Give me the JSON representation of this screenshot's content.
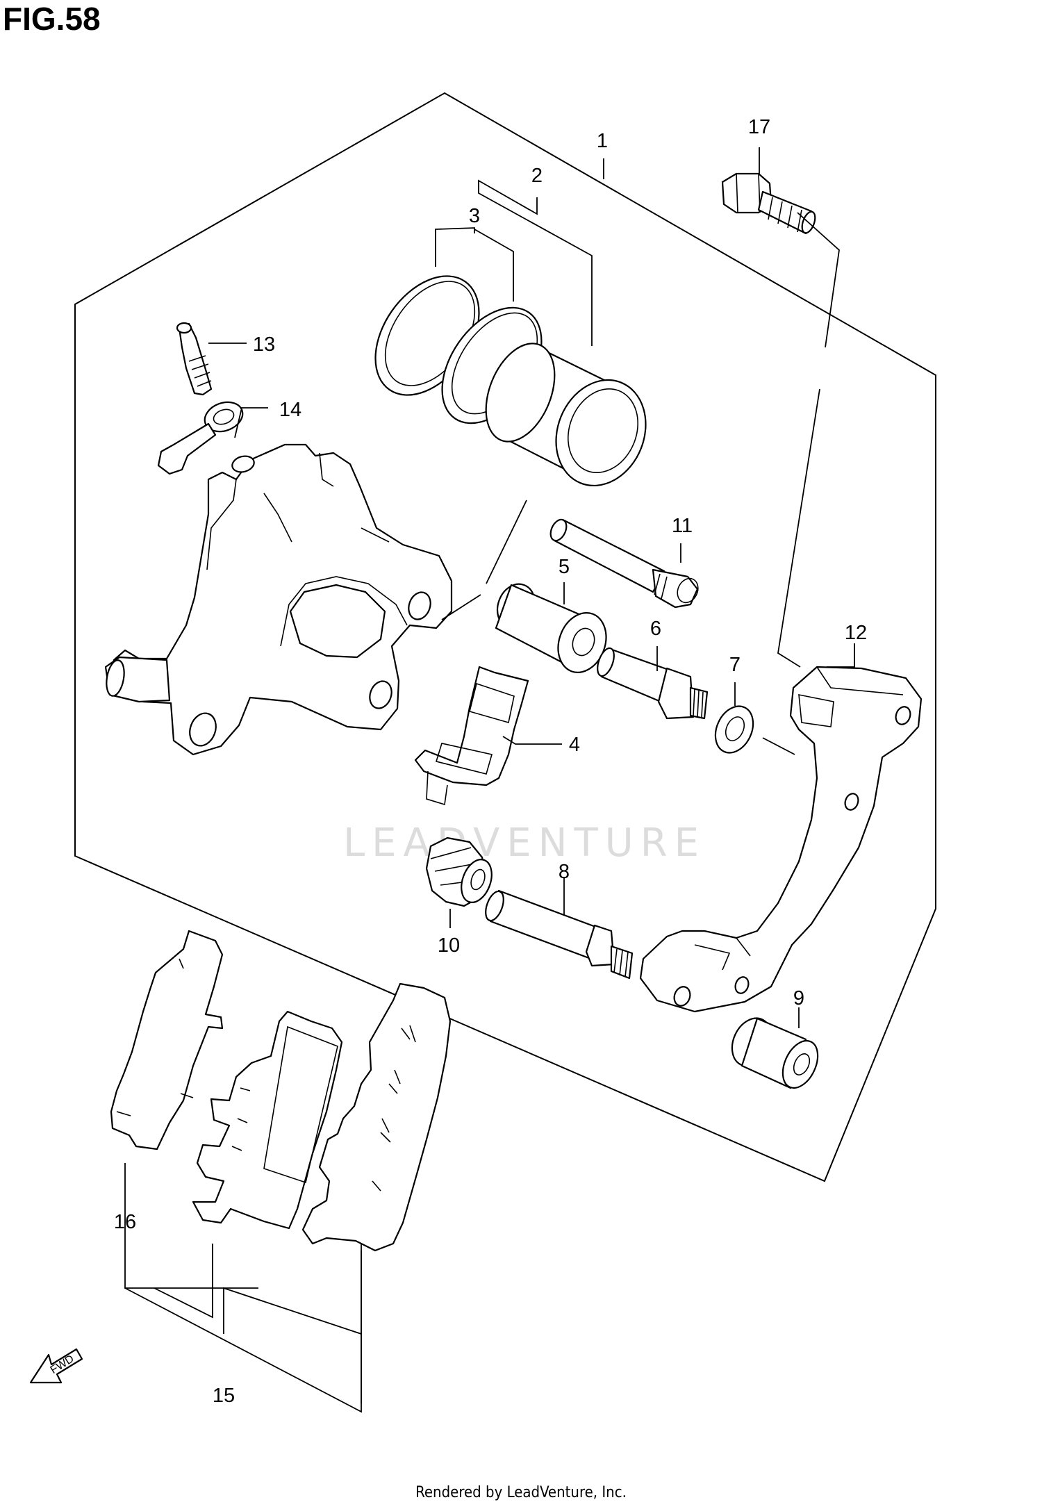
{
  "figure": {
    "title": "FIG.58"
  },
  "watermark": {
    "text": "LEADVENTURE"
  },
  "fwd_arrow": {
    "label": "FWD"
  },
  "footer": {
    "text": "Rendered by LeadVenture, Inc."
  },
  "part_labels": {
    "p1": "1",
    "p2": "2",
    "p3": "3",
    "p4": "4",
    "p5": "5",
    "p6": "6",
    "p7": "7",
    "p8": "8",
    "p9": "9",
    "p10": "10",
    "p11": "11",
    "p12": "12",
    "p13": "13",
    "p14": "14",
    "p15": "15",
    "p16": "16",
    "p17": "17"
  }
}
